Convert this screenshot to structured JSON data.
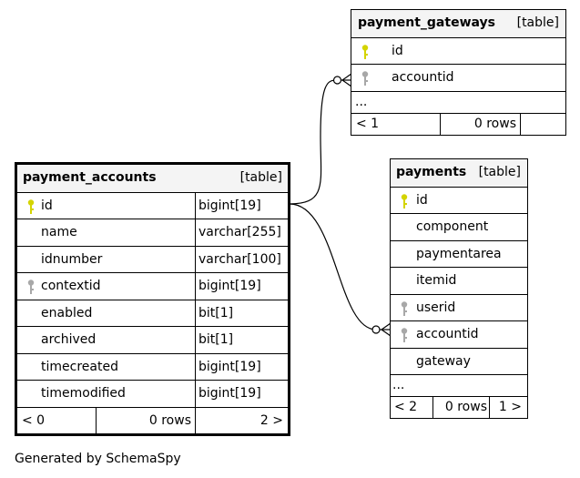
{
  "tables": {
    "payment_accounts": {
      "name": "payment_accounts",
      "kind": "[table]",
      "columns": [
        {
          "name": "id",
          "type": "bigint[19]",
          "key": "primary"
        },
        {
          "name": "name",
          "type": "varchar[255]",
          "key": "none"
        },
        {
          "name": "idnumber",
          "type": "varchar[100]",
          "key": "none"
        },
        {
          "name": "contextid",
          "type": "bigint[19]",
          "key": "foreign"
        },
        {
          "name": "enabled",
          "type": "bit[1]",
          "key": "none"
        },
        {
          "name": "archived",
          "type": "bit[1]",
          "key": "none"
        },
        {
          "name": "timecreated",
          "type": "bigint[19]",
          "key": "none"
        },
        {
          "name": "timemodified",
          "type": "bigint[19]",
          "key": "none"
        }
      ],
      "footer": {
        "left": "< 0",
        "middle": "0 rows",
        "right": "2 >"
      }
    },
    "payment_gateways": {
      "name": "payment_gateways",
      "kind": "[table]",
      "columns": [
        {
          "name": "id",
          "key": "primary"
        },
        {
          "name": "accountid",
          "key": "foreign"
        }
      ],
      "ellipsis": "...",
      "footer": {
        "left": "< 1",
        "middle": "0 rows",
        "right": ""
      }
    },
    "payments": {
      "name": "payments",
      "kind": "[table]",
      "columns": [
        {
          "name": "id",
          "key": "primary"
        },
        {
          "name": "component",
          "key": "none"
        },
        {
          "name": "paymentarea",
          "key": "none"
        },
        {
          "name": "itemid",
          "key": "none"
        },
        {
          "name": "userid",
          "key": "foreign"
        },
        {
          "name": "accountid",
          "key": "foreign"
        },
        {
          "name": "gateway",
          "key": "none"
        }
      ],
      "ellipsis": "...",
      "footer": {
        "left": "< 2",
        "middle": "0 rows",
        "right": "1 >"
      }
    }
  },
  "relationships": [
    {
      "from": "payment_accounts.id",
      "to": "payment_gateways.accountid"
    },
    {
      "from": "payment_accounts.id",
      "to": "payments.accountid"
    }
  ],
  "icons": {
    "primary_key": "key-icon",
    "foreign_key": "key-icon"
  },
  "colors": {
    "primary_key": "#d4d400",
    "foreign_key": "#a8a8a8",
    "header_bg": "#f4f4f4"
  },
  "generated_by": "Generated by SchemaSpy"
}
